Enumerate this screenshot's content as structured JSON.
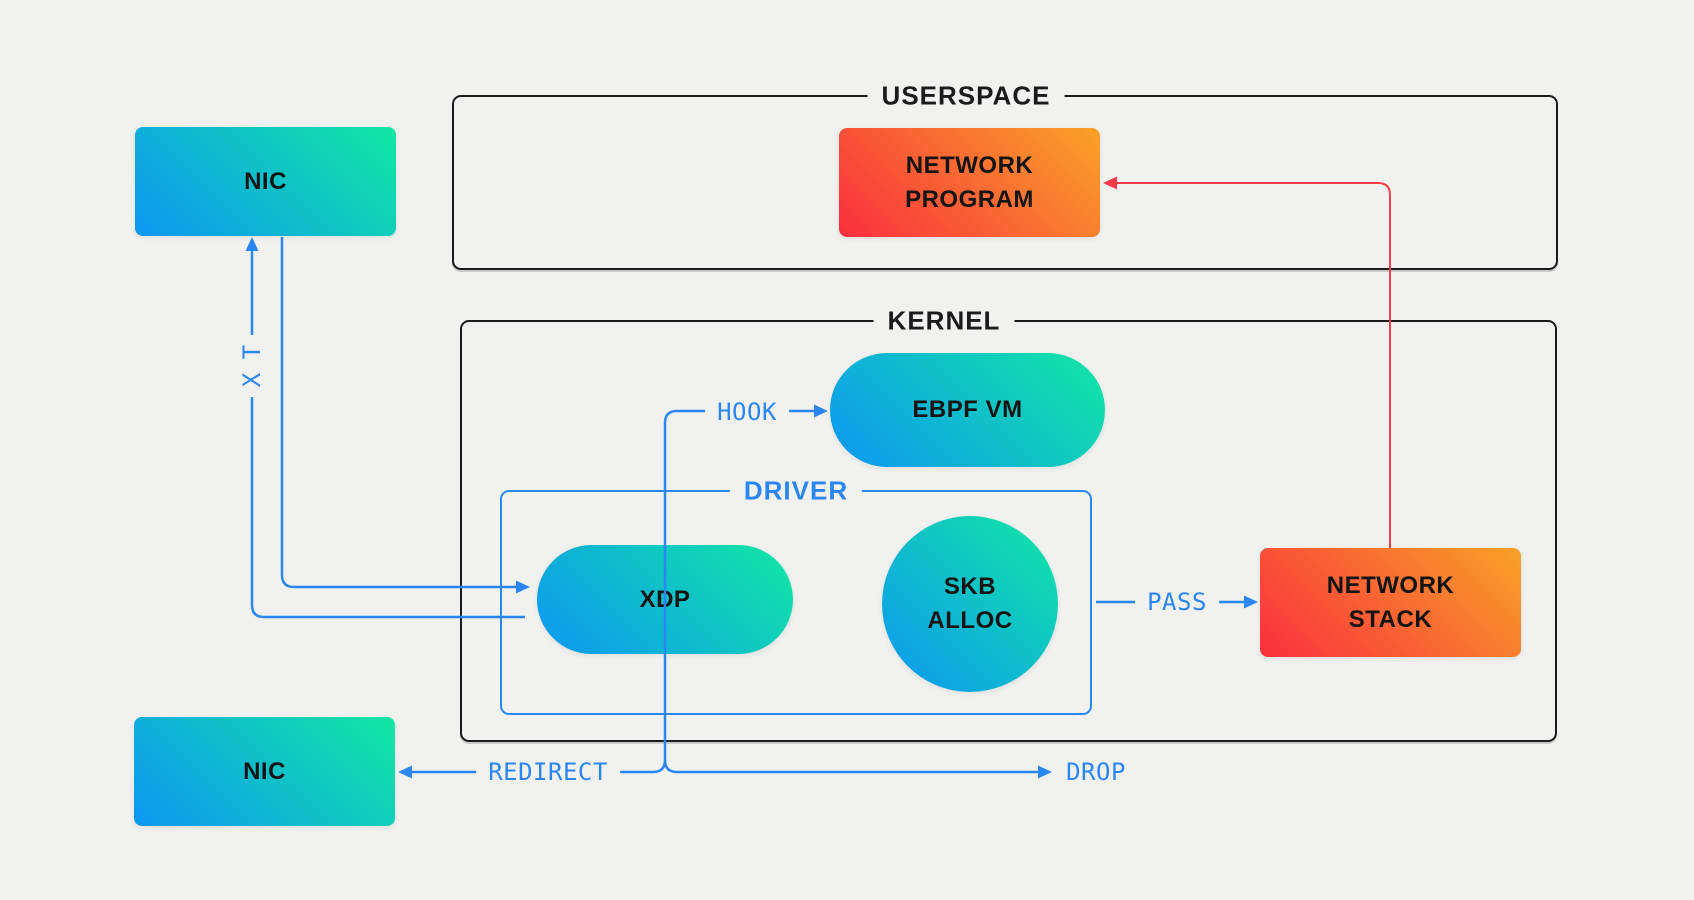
{
  "theme": {
    "bg": "#f1f1ef",
    "border_dark": "#1b1b1d",
    "accent_blue": "#2b87f0",
    "accent_red": "#f93b47",
    "node_text": "#141414",
    "teal_from": "#0d96f2",
    "teal_to": "#12e8a2",
    "orange_from": "#f92f3e",
    "orange_to": "#f9a227"
  },
  "containers": {
    "userspace": {
      "label": "USERSPACE"
    },
    "kernel": {
      "label": "KERNEL"
    },
    "driver": {
      "label": "DRIVER"
    }
  },
  "nodes": {
    "nic_top": {
      "label": "NIC"
    },
    "network_program": {
      "lines": [
        "NETWORK",
        "PROGRAM"
      ]
    },
    "ebpf_vm": {
      "label": "EBPF VM"
    },
    "xdp": {
      "label": "XDP"
    },
    "skb_alloc": {
      "lines": [
        "SKB",
        "ALLOC"
      ]
    },
    "network_stack": {
      "lines": [
        "NETWORK",
        "STACK"
      ]
    },
    "nic_bottom": {
      "label": "NIC"
    }
  },
  "edges": {
    "tx": {
      "label": "TX",
      "chars": [
        "T",
        "X"
      ]
    },
    "hook": {
      "label": "HOOK"
    },
    "pass": {
      "label": "PASS"
    },
    "redirect": {
      "label": "REDIRECT"
    },
    "drop": {
      "label": "DROP"
    }
  }
}
